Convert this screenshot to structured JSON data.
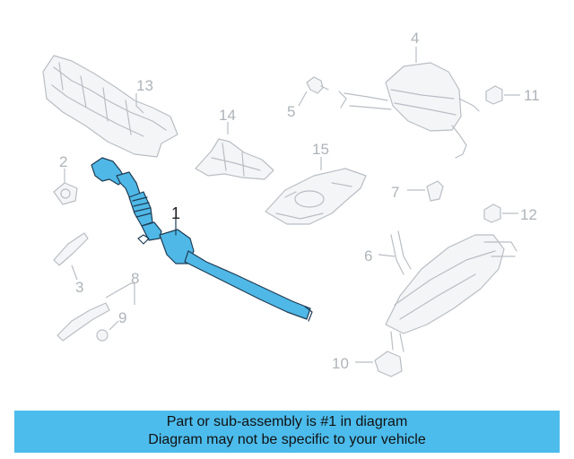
{
  "callouts": {
    "n1": "1",
    "n2": "2",
    "n3": "3",
    "n4": "4",
    "n5": "5",
    "n6": "6",
    "n7": "7",
    "n8": "8",
    "n9": "9",
    "n10": "10",
    "n11": "11",
    "n12": "12",
    "n13": "13",
    "n14": "14",
    "n15": "15"
  },
  "highlight": {
    "part_number": "1",
    "color": "#4fb8e6",
    "outline_color": "#1f3c55"
  },
  "caption": {
    "line1": "Part or sub-assembly is #1 in diagram",
    "line2": "Diagram may not be specific to your vehicle",
    "background": "#4cbcec"
  }
}
